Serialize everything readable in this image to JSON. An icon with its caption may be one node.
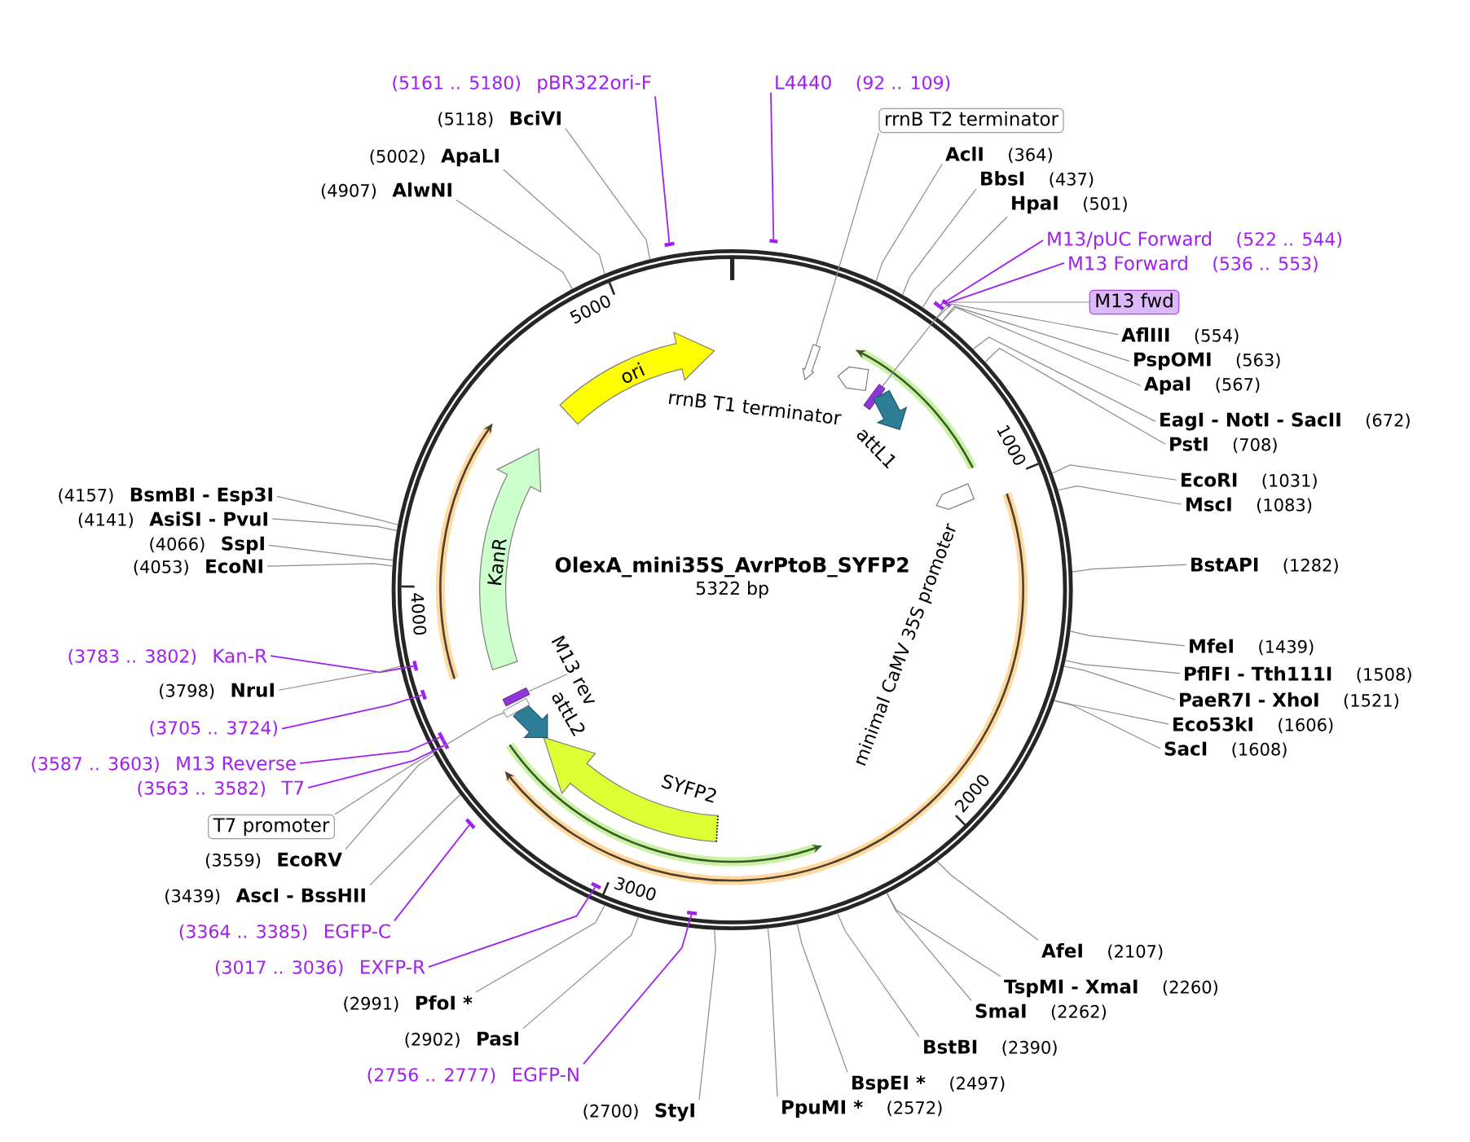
{
  "diagram": {
    "nodes": [
      {
        "text": [
          "OlexA_mini35S_AvrPtoB_SYFP2",
          "5322 bp"
        ]
      },
      {
        "text": [],
        "shape": "arrow",
        "in": 0
      },
      {
        "text": [
          "rrnB T1 terminator"
        ],
        "in": 0
      },
      {
        "text": [],
        "shape": "bar",
        "in": 0
      },
      {
        "text": [
          "attL1"
        ],
        "in": 0
      },
      {
        "text": [
          "minimal CaMV 35S promoter"
        ],
        "in": 0
      },
      {
        "text": [
          "SYFP2"
        ],
        "in": 0
      },
      {
        "text": [
          "attL2"
        ],
        "in": 0
      },
      {
        "text": [],
        "shape": "bar",
        "in": 0
      },
      {
        "text": [],
        "shape": "bar",
        "in": 0
      },
      {
        "text": [
          "M13 rev"
        ],
        "in": 0
      },
      {
        "text": [
          "KanR"
        ],
        "in": 0
      },
      {
        "text": [
          "ori"
        ],
        "in": 0
      },
      {
        "text": [
          "L4440"
        ],
        "beside": [
          "(92 .. 109)"
        ]
      },
      {
        "text": [],
        "shape": "bar"
      },
      {
        "text": [
          "rrnB T2 terminator"
        ]
      },
      {
        "text": [
          "AclI"
        ],
        "beside": [
          "(364)"
        ]
      },
      {
        "text": [
          "BbsI"
        ],
        "beside": [
          "(437)"
        ]
      },
      {
        "text": [
          "HpaI"
        ],
        "beside": [
          "(501)"
        ]
      },
      {
        "text": [
          "M13/pUC Forward"
        ],
        "beside": [
          "(522 .. 544)"
        ]
      },
      {
        "text": [],
        "shape": "bar"
      },
      {
        "text": [
          "M13 Forward"
        ],
        "beside": [
          "(536 .. 553)"
        ]
      },
      {
        "text": [],
        "shape": "bar"
      },
      {
        "text": [
          "M13 fwd"
        ]
      },
      {
        "text": [
          "AflIII"
        ],
        "beside": [
          "(554)"
        ]
      },
      {
        "text": [
          "PspOMI"
        ],
        "beside": [
          "(563)"
        ]
      },
      {
        "text": [
          "ApaI"
        ],
        "beside": [
          "(567)"
        ]
      },
      {
        "text": [
          "EagI - NotI - SacII"
        ],
        "beside": [
          "(672)"
        ]
      },
      {
        "text": [
          "PstI"
        ],
        "beside": [
          "(708)"
        ]
      },
      {
        "text": [
          "EcoRI"
        ],
        "beside": [
          "(1031)"
        ]
      },
      {
        "text": [
          "MscI"
        ],
        "beside": [
          "(1083)"
        ]
      },
      {
        "text": [
          "BstAPI"
        ],
        "beside": [
          "(1282)"
        ]
      },
      {
        "text": [
          "MfeI"
        ],
        "beside": [
          "(1439)"
        ]
      },
      {
        "text": [
          "PflFI - Tth111I"
        ],
        "beside": [
          "(1508)"
        ]
      },
      {
        "text": [
          "PaeR7I - XhoI"
        ],
        "beside": [
          "(1521)"
        ]
      },
      {
        "text": [
          "Eco53kI"
        ],
        "beside": [
          "(1606)"
        ]
      },
      {
        "text": [
          "SacI"
        ],
        "beside": [
          "(1608)"
        ]
      },
      {
        "text": [
          "AfeI"
        ],
        "beside": [
          "(2107)"
        ]
      },
      {
        "text": [
          "TspMI - XmaI"
        ],
        "beside": [
          "(2260)"
        ]
      },
      {
        "text": [
          "SmaI"
        ],
        "beside": [
          "(2262)"
        ]
      },
      {
        "text": [
          "BstBI"
        ],
        "beside": [
          "(2390)"
        ]
      },
      {
        "text": [
          "BspEI *"
        ],
        "beside": [
          "(2497)"
        ]
      },
      {
        "text": [
          "PpuMI *"
        ],
        "beside": [
          "(2572)"
        ]
      },
      {
        "text": [
          "StyI"
        ],
        "beside": [
          "(2700)"
        ]
      },
      {
        "text": [
          "EGFP-N"
        ],
        "beside": [
          "(2756 .. 2777)"
        ]
      },
      {
        "text": [],
        "shape": "bar",
        "in": 0
      },
      {
        "text": [
          "PasI"
        ],
        "beside": [
          "(2902)"
        ]
      },
      {
        "text": [
          "PfoI *"
        ],
        "beside": [
          "(2991)"
        ]
      },
      {
        "text": [
          "EXFP-R"
        ],
        "beside": [
          "(3017 .. 3036)"
        ]
      },
      {
        "text": [],
        "shape": "bar",
        "in": 0
      },
      {
        "text": [
          "EGFP-C"
        ],
        "beside": [
          "(3364 .. 3385)"
        ]
      },
      {
        "text": [],
        "shape": "bar"
      },
      {
        "text": [
          "AscI - BssHII"
        ],
        "beside": [
          "(3439)"
        ]
      },
      {
        "text": [
          "EcoRV"
        ],
        "beside": [
          "(3559)"
        ]
      },
      {
        "text": [
          "T7 promoter"
        ]
      },
      {
        "text": [
          "T7"
        ],
        "beside": [
          "(3563 .. 3582)"
        ]
      },
      {
        "text": [],
        "shape": "bar",
        "in": 0
      },
      {
        "text": [
          "M13 Reverse"
        ],
        "beside": [
          "(3587 .. 3603)"
        ]
      },
      {
        "text": [],
        "shape": "bar",
        "in": 0
      },
      {
        "text": [
          "(3705 .. 3724)"
        ]
      },
      {
        "text": [],
        "shape": "bar",
        "in": 0
      },
      {
        "text": [
          "NruI"
        ],
        "beside": [
          "(3798)"
        ]
      },
      {
        "text": [
          "Kan-R"
        ],
        "beside": [
          "(3783 .. 3802)"
        ]
      },
      {
        "text": [],
        "shape": "bar",
        "in": 0
      },
      {
        "text": [
          "EcoNI"
        ],
        "beside": [
          "(4053)"
        ]
      },
      {
        "text": [
          "SspI"
        ],
        "beside": [
          "(4066)"
        ]
      },
      {
        "text": [
          "AsiSI - PvuI"
        ],
        "beside": [
          "(4141)"
        ]
      },
      {
        "text": [
          "BsmBI - Esp3I"
        ],
        "beside": [
          "(4157)"
        ]
      },
      {
        "text": [
          "AlwNI"
        ],
        "beside": [
          "(4907)"
        ]
      },
      {
        "text": [
          "ApaLI"
        ],
        "beside": [
          "(5002)"
        ]
      },
      {
        "text": [
          "BciVI"
        ],
        "beside": [
          "(5118)"
        ]
      },
      {
        "text": [
          "pBR322ori-F"
        ],
        "beside": [
          "(5161 .. 5180)"
        ]
      },
      {
        "text": [],
        "shape": "bar"
      }
    ],
    "edges": [
      {
        "from": 15,
        "to": 1,
        "arrow": "none"
      },
      {
        "from": 23,
        "to": 3,
        "arrow": "none"
      },
      {
        "from": 54,
        "to": 8,
        "arrow": "none"
      },
      {
        "from": 10,
        "to": 9,
        "arrow": "none"
      },
      {
        "from": 13,
        "to": 14,
        "arrow": "none",
        "color": "#a020f0"
      },
      {
        "from": 19,
        "to": 20,
        "arrow": "none",
        "color": "#a020f0"
      },
      {
        "from": 21,
        "to": 22,
        "arrow": "none",
        "color": "#a020f0"
      },
      {
        "from": 44,
        "to": 45,
        "arrow": "none",
        "color": "#a020f0"
      },
      {
        "from": 48,
        "to": 49,
        "arrow": "none",
        "color": "#a020f0"
      },
      {
        "from": 50,
        "to": 51,
        "arrow": "none",
        "color": "#a020f0"
      },
      {
        "from": 55,
        "to": 56,
        "arrow": "none",
        "color": "#a020f0"
      },
      {
        "from": 57,
        "to": 58,
        "arrow": "none",
        "color": "#a020f0"
      },
      {
        "from": 59,
        "to": 60,
        "arrow": "none",
        "color": "#a020f0"
      },
      {
        "from": 62,
        "to": 63,
        "arrow": "none",
        "color": "#a020f0"
      },
      {
        "from": 71,
        "to": 72,
        "arrow": "none",
        "color": "#a020f0"
      },
      {
        "from": 16,
        "to": 0,
        "arrow": "none"
      },
      {
        "from": 17,
        "to": 0,
        "arrow": "none"
      },
      {
        "from": 18,
        "to": 0,
        "arrow": "none"
      },
      {
        "from": 24,
        "to": 0,
        "arrow": "none"
      },
      {
        "from": 25,
        "to": 0,
        "arrow": "none"
      },
      {
        "from": 26,
        "to": 0,
        "arrow": "none"
      },
      {
        "from": 27,
        "to": 0,
        "arrow": "none"
      },
      {
        "from": 28,
        "to": 0,
        "arrow": "none"
      },
      {
        "from": 29,
        "to": 0,
        "arrow": "none"
      },
      {
        "from": 30,
        "to": 0,
        "arrow": "none"
      },
      {
        "from": 31,
        "to": 0,
        "arrow": "none"
      },
      {
        "from": 32,
        "to": 0,
        "arrow": "none"
      },
      {
        "from": 33,
        "to": 0,
        "arrow": "none"
      },
      {
        "from": 34,
        "to": 0,
        "arrow": "none"
      },
      {
        "from": 35,
        "to": 0,
        "arrow": "none"
      },
      {
        "from": 36,
        "to": 0,
        "arrow": "none"
      },
      {
        "from": 37,
        "to": 0,
        "arrow": "none"
      },
      {
        "from": 38,
        "to": 0,
        "arrow": "none"
      },
      {
        "from": 39,
        "to": 0,
        "arrow": "none"
      },
      {
        "from": 40,
        "to": 0,
        "arrow": "none"
      },
      {
        "from": 41,
        "to": 0,
        "arrow": "none"
      },
      {
        "from": 42,
        "to": 0,
        "arrow": "none"
      },
      {
        "from": 43,
        "to": 0,
        "arrow": "none"
      },
      {
        "from": 46,
        "to": 0,
        "arrow": "none"
      },
      {
        "from": 47,
        "to": 0,
        "arrow": "none"
      },
      {
        "from": 52,
        "to": 0,
        "arrow": "none"
      },
      {
        "from": 53,
        "to": 0,
        "arrow": "none"
      },
      {
        "from": 61,
        "to": 0,
        "arrow": "none"
      },
      {
        "from": 64,
        "to": 0,
        "arrow": "none"
      },
      {
        "from": 65,
        "to": 0,
        "arrow": "none"
      },
      {
        "from": 66,
        "to": 0,
        "arrow": "none"
      },
      {
        "from": 67,
        "to": 0,
        "arrow": "none"
      },
      {
        "from": 68,
        "to": 0,
        "arrow": "none"
      },
      {
        "from": 69,
        "to": 0,
        "arrow": "none"
      },
      {
        "from": 70,
        "to": 0,
        "arrow": "none"
      }
    ],
    "labels": [
      "5000",
      "1000",
      "4000",
      "2000",
      "3000"
    ]
  }
}
